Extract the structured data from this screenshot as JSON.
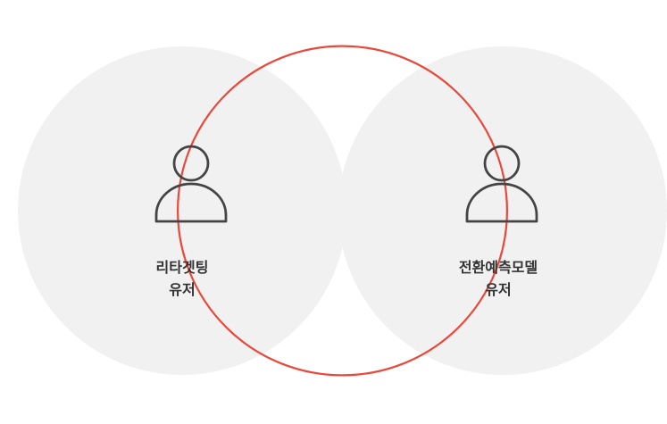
{
  "colors": {
    "outline": "#e8493c",
    "fill": "#f1f1f1",
    "icon": "#444444",
    "text": "#333333"
  },
  "groups": [
    {
      "icon": "user-icon",
      "line1": "리타겟팅",
      "line2": "유저"
    },
    {
      "icon": "user-icon",
      "line1": "전환예측모델",
      "line2": "유저"
    }
  ]
}
